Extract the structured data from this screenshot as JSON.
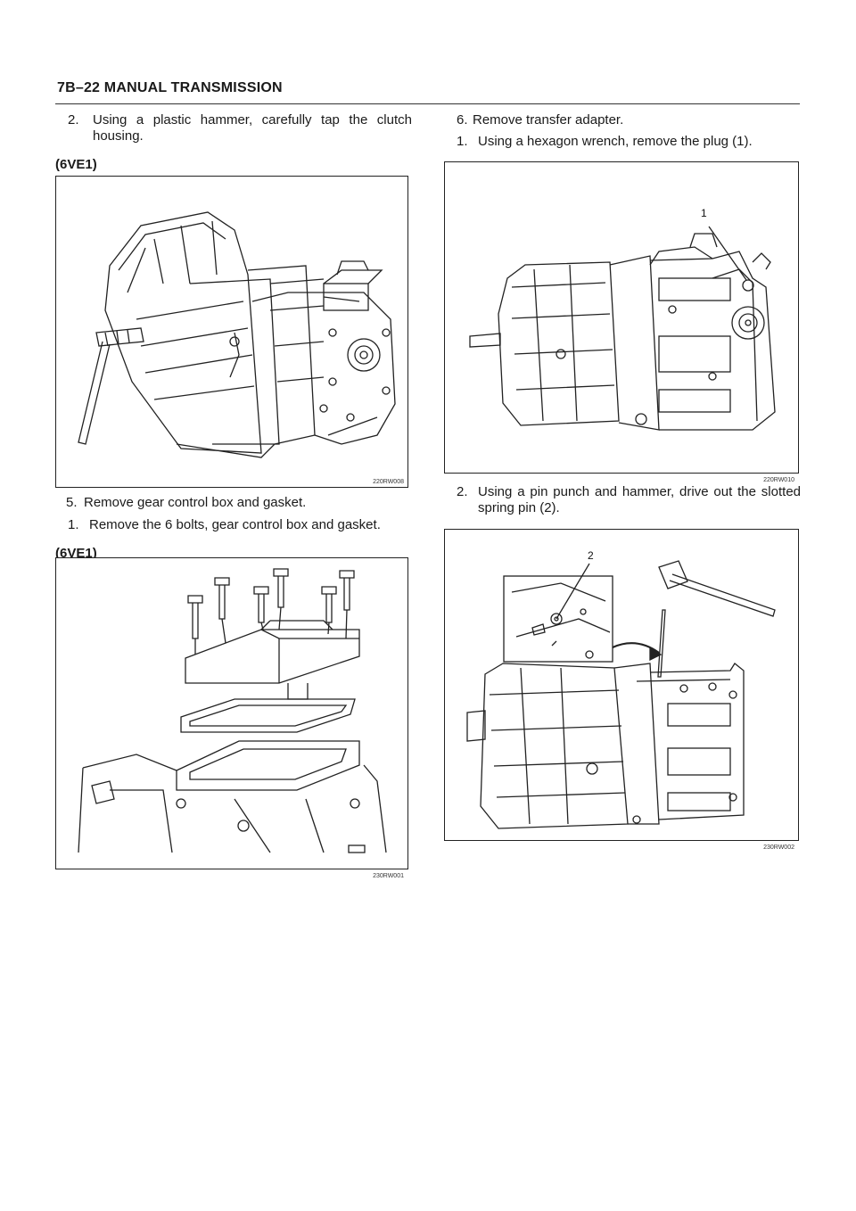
{
  "header": {
    "title": "7B–22  MANUAL TRANSMISSION"
  },
  "left": {
    "step2": {
      "num": "2.",
      "text": "Using a plastic hammer, carefully tap the clutch housing."
    },
    "variant1": "(6VE1)",
    "fig1_code": "220RW008",
    "step5": {
      "num": "5.",
      "text": "Remove gear control box and gasket."
    },
    "step5_1": {
      "num": "1.",
      "text": "Remove the 6 bolts, gear control box and gasket."
    },
    "variant2": "(6VE1)",
    "fig2_code": "230RW001"
  },
  "right": {
    "step6": {
      "num": "6.",
      "text": "Remove transfer adapter."
    },
    "step6_1": {
      "num": "1.",
      "text": "Using a hexagon wrench, remove the plug (1)."
    },
    "fig3_code": "220RW010",
    "fig3_callout": "1",
    "step6_2": {
      "num": "2.",
      "text": "Using a pin punch and hammer, drive out the slotted spring pin (2)."
    },
    "fig4_code": "230RW002",
    "fig4_callout": "2"
  }
}
